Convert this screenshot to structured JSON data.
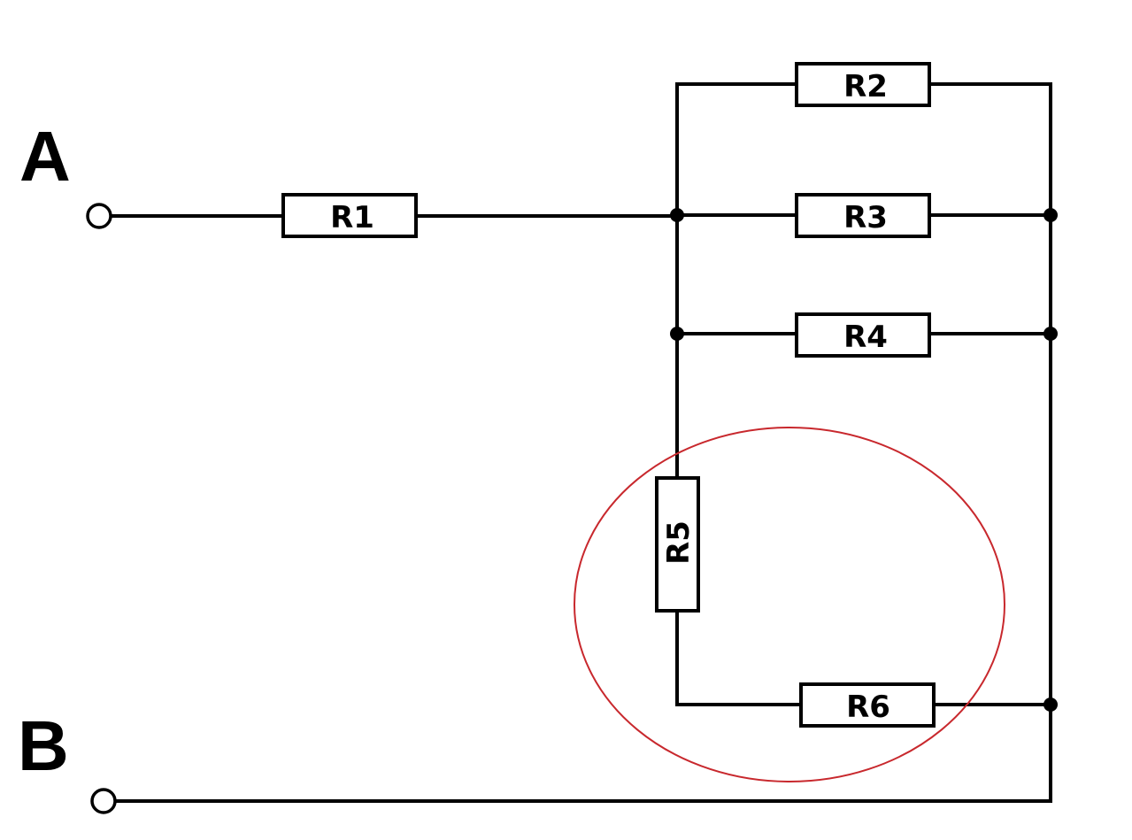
{
  "terminals": {
    "a": "A",
    "b": "B"
  },
  "resistors": {
    "r1": "R1",
    "r2": "R2",
    "r3": "R3",
    "r4": "R4",
    "r5": "R5",
    "r6": "R6"
  },
  "colors": {
    "wire": "#000000",
    "highlight": "#c8282d",
    "background": "#ffffff"
  }
}
